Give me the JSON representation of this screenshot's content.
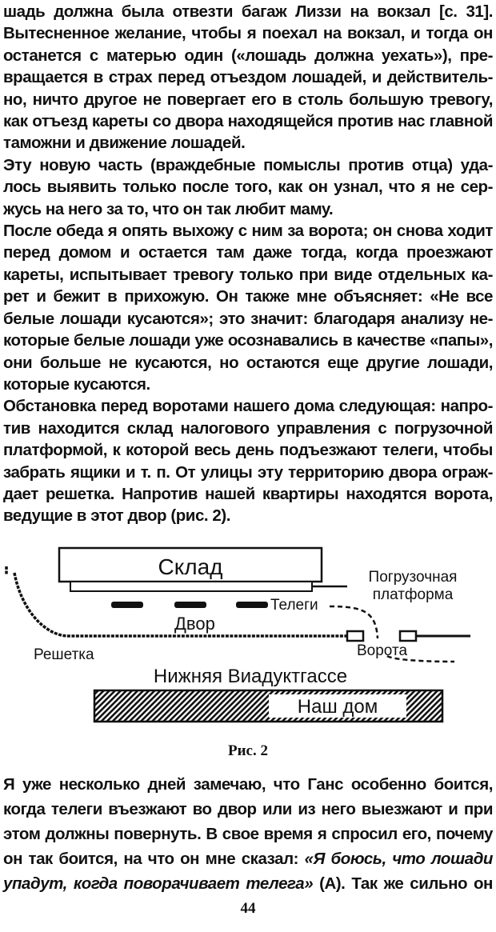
{
  "top_text": [
    "шадь должна была отвезти багаж Лиззи на вокзал [с. 31].",
    "Вытесненное желание, чтобы я поехал на вокзал, и тогда он",
    "останется с матерью один («лошадь должна уехать»), пре-",
    "вращается в страх перед отъездом лошадей, и действитель-",
    "но, ничто другое не повергает его в столь большую тревогу,",
    "как отъезд кареты со двора находящейся против нас главной",
    "таможни и движение лошадей.",
    "Эту новую часть (враждебные помыслы против отца) уда-",
    "лось выявить только после того, как он узнал, что я не сер-",
    "жусь на него за то, что он так любит маму.",
    "После обеда я опять выхожу с ним за ворота; он снова ходит",
    "перед домом и остается там даже тогда, когда проезжают",
    "кареты, испытывает тревогу только при виде отдельных ка-",
    "рет и бежит в прихожую. Он также мне объясняет: «Не все",
    "белые лошади кусаются»; это значит: благодаря анализу не-",
    "которые белые лошади уже осознавались в качестве «папы»,",
    "они больше не кусаются, но остаются еще другие лошади,",
    "которые кусаются.",
    "Обстановка перед воротами нашего дома следующая: напро-",
    "тив находится склад налогового управления с погрузочной",
    "платформой, к которой весь день подъезжают телеги, чтобы",
    "забрать ящики и т. п. От улицы эту территорию двора ограж-",
    "дает решетка. Напротив нашей квартиры находятся ворота,",
    "ведущие в этот двор (рис. 2)."
  ],
  "figure": {
    "warehouse": "Склад",
    "platform_1": "Погрузочная",
    "platform_2": "платформа",
    "carts": "Телеги",
    "yard": "Двор",
    "fence": "Решетка",
    "gate": "Ворота",
    "street": "Нижняя Виадуктгассе",
    "house": "Наш дом",
    "caption": "Рис. 2"
  },
  "bottom_text": {
    "l1": "Я уже несколько дней замечаю, что Ганс особенно боится,",
    "l2": "когда телеги въезжают во двор или из него выезжают и при",
    "l3": "этом должны повернуть. В свое время я спросил его, почему",
    "l4a": "он так боится, на что он мне сказал: ",
    "l4b": "«Я боюсь, что лошади",
    "l5a": "упадут, когда поворачивает телега»",
    "l5b": " (А). Так же сильно он"
  },
  "page_number": "44"
}
